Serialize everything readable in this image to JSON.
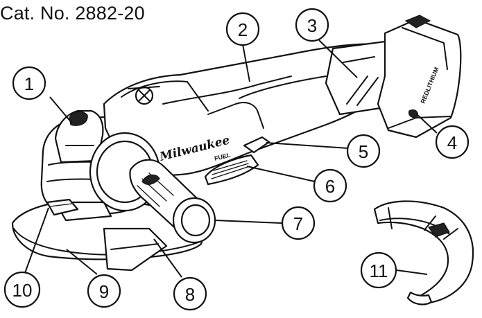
{
  "catalog_number": "Cat. No. 2882-20",
  "brand_logo": "Milwaukee",
  "model_badge": "FUEL",
  "battery_badge": "REDLITHIUM",
  "callouts": [
    {
      "number": "1"
    },
    {
      "number": "2"
    },
    {
      "number": "3"
    },
    {
      "number": "4"
    },
    {
      "number": "5"
    },
    {
      "number": "6"
    },
    {
      "number": "7"
    },
    {
      "number": "8"
    },
    {
      "number": "9"
    },
    {
      "number": "10"
    },
    {
      "number": "11"
    }
  ]
}
